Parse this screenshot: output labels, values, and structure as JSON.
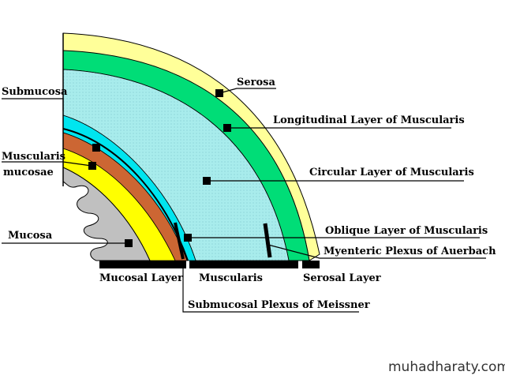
{
  "labels": {
    "submucosa": "Submucosa",
    "muscularis_mucosae_1": "Muscularis",
    "muscularis_mucosae_2": "mucosae",
    "mucosa": "Mucosa",
    "serosa": "Serosa",
    "longitudinal": "Longitudinal Layer of Muscularis",
    "circular": "Circular Layer of Muscularis",
    "oblique": "Oblique Layer  of Muscularis",
    "myenteric": "Myenteric Plexus  of Auerbach",
    "mucosal_layer": "Mucosal Layer",
    "muscularis": "Muscularis",
    "serosal_layer": "Serosal Layer",
    "submucosal_plexus": "Submucosal Plexus of Meissner"
  },
  "watermark": "muhadharaty.com",
  "colors": {
    "serosa": "#ffff99",
    "longitudinal": "#00dd77",
    "circular": "#a8ecec",
    "submucosa_band": "#00e5ef",
    "muscularis_mucosae": "#cc6633",
    "mucosa_yellow": "#ffff00",
    "mucosa_gray": "#c0c0c0",
    "marker": "#000000"
  }
}
